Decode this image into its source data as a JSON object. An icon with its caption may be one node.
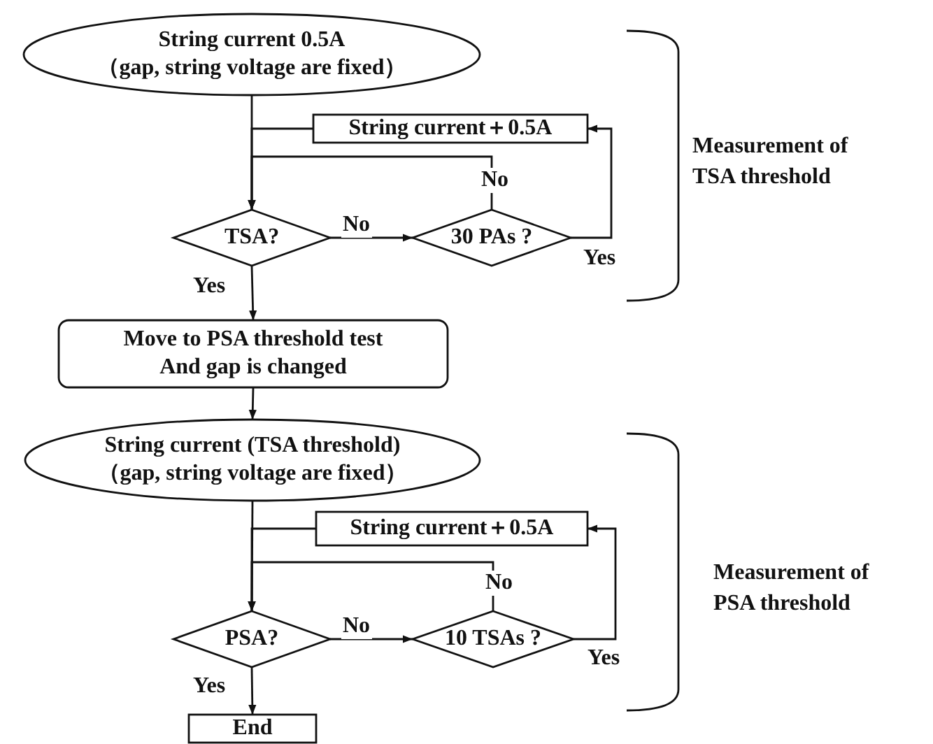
{
  "diagram": {
    "nodes": [
      {
        "text": [
          "String current 0.5A",
          "（gap, string voltage are fixed）"
        ]
      },
      {
        "text": [
          "String current＋0.5A"
        ]
      },
      {
        "text": [
          "TSA?"
        ]
      },
      {
        "text": [
          "30 PAs ?"
        ]
      },
      {
        "text": [
          "Move to PSA threshold test And gap is changed"
        ]
      },
      {
        "text": [
          "String current (TSA threshold)",
          "（gap, string voltage are fixed）"
        ]
      },
      {
        "text": [
          "String current＋0.5A"
        ]
      },
      {
        "text": [
          "PSA?"
        ]
      },
      {
        "text": [
          "10 TSAs ?"
        ]
      },
      {
        "text": [
          "End"
        ]
      }
    ],
    "edges": [
      {
        "from": 0,
        "to": 2,
        "arrow": "to"
      },
      {
        "from": 2,
        "to": 3,
        "arrow": "to",
        "label": "No"
      },
      {
        "from": 3,
        "to": 2,
        "arrow": "to",
        "label": "No"
      },
      {
        "from": 3,
        "to": 1,
        "arrow": "to",
        "label": "Yes"
      },
      {
        "from": 1,
        "to": 2,
        "arrow": "to"
      },
      {
        "from": 2,
        "to": 4,
        "arrow": "to",
        "label": "Yes"
      },
      {
        "from": 4,
        "to": 5,
        "arrow": "to"
      },
      {
        "from": 5,
        "to": 7,
        "arrow": "to"
      },
      {
        "from": 7,
        "to": 8,
        "arrow": "to",
        "label": "No"
      },
      {
        "from": 8,
        "to": 7,
        "arrow": "to",
        "label": "No"
      },
      {
        "from": 8,
        "to": 6,
        "arrow": "to",
        "label": "Yes"
      },
      {
        "from": 6,
        "to": 7,
        "arrow": "to"
      },
      {
        "from": 7,
        "to": 9,
        "arrow": "to",
        "label": "Yes"
      }
    ],
    "labels": [
      "Measurement of TSA threshold",
      "Measurement of PSA threshold"
    ]
  }
}
